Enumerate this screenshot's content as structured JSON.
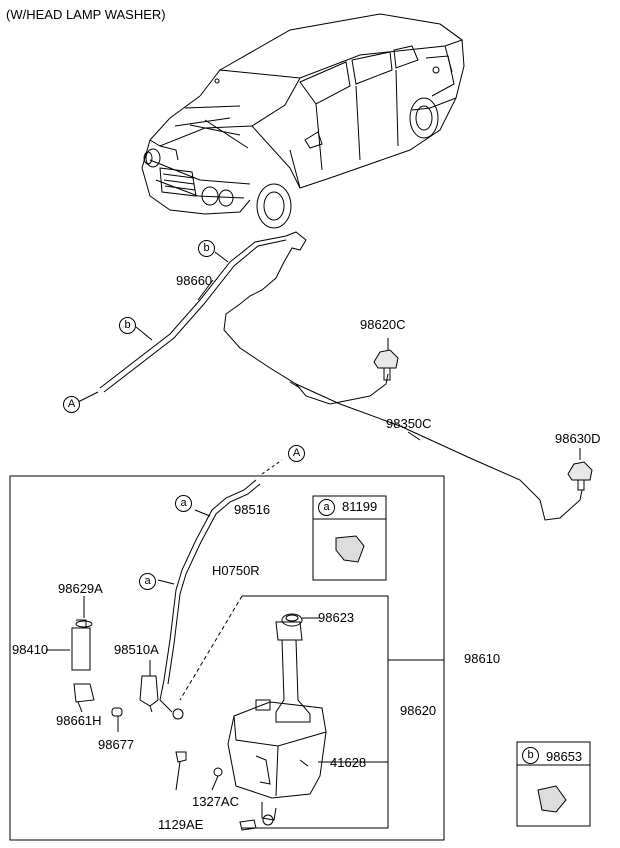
{
  "title": "(W/HEAD LAMP WASHER)",
  "parts": {
    "p98660": "98660",
    "p98620C": "98620C",
    "p98350C": "98350C",
    "p98630D": "98630D",
    "p98516": "98516",
    "p81199": "81199",
    "pH0750R": "H0750R",
    "p98629A": "98629A",
    "p98410": "98410",
    "p98510A": "98510A",
    "p98623": "98623",
    "p98610": "98610",
    "p98620": "98620",
    "p98661H": "98661H",
    "p98677": "98677",
    "p41628": "41628",
    "p1327AC": "1327AC",
    "p1129AE": "1129AE",
    "p98653": "98653"
  },
  "refs": {
    "a": "a",
    "b": "b",
    "A": "A"
  }
}
